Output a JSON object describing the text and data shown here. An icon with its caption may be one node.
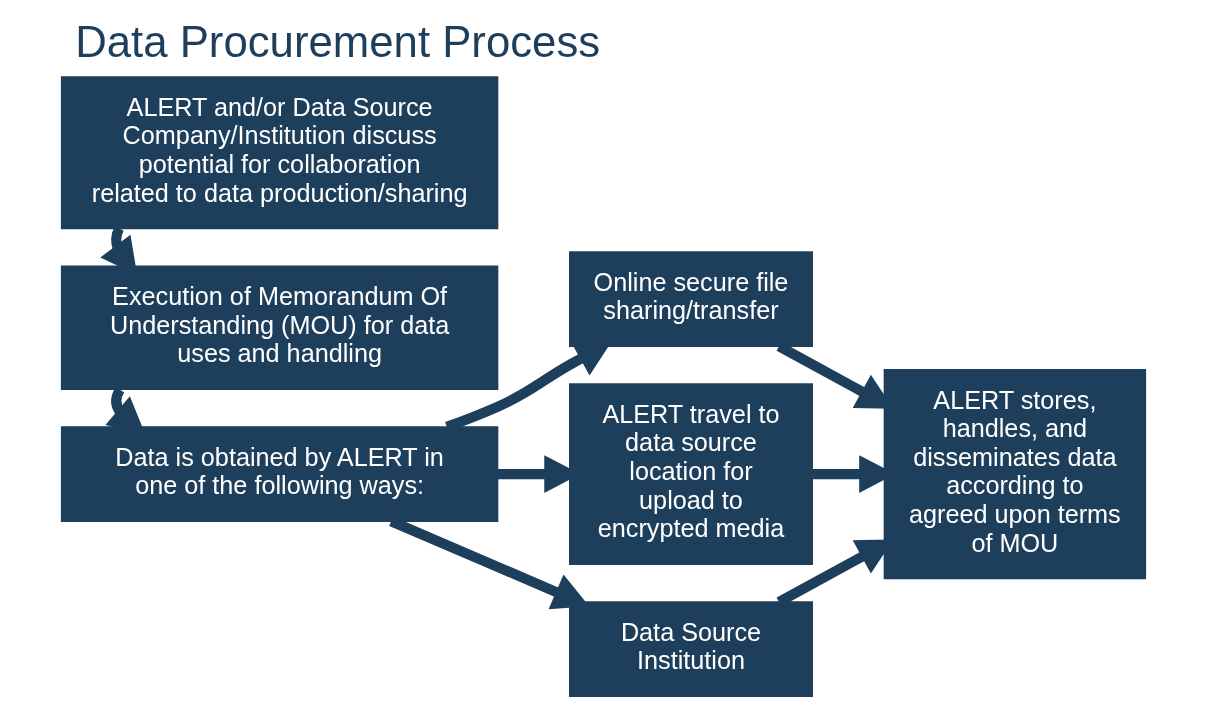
{
  "diagram": {
    "title": "Data Procurement Process",
    "nodes": [
      {
        "text": [
          "ALERT and/or Data Source Company/Institution discuss potential for collaboration related to data production/sharing"
        ]
      },
      {
        "text": [
          "Execution of Memorandum Of Understanding (MOU) for data uses and handling"
        ]
      },
      {
        "text": [
          "Data is obtained by ALERT in one of the following ways:"
        ]
      },
      {
        "text": [
          "Online secure file sharing/transfer"
        ]
      },
      {
        "text": [
          "ALERT travel to data source location for upload to encrypted media"
        ]
      },
      {
        "text": [
          "Data Source Institution"
        ]
      },
      {
        "text": [
          "ALERT stores, handles, and disseminates data according to agreed upon terms of MOU"
        ]
      }
    ],
    "edges": [
      {
        "from": 0,
        "to": 1,
        "arrow": "to"
      },
      {
        "from": 1,
        "to": 2,
        "arrow": "to"
      },
      {
        "from": 2,
        "to": 3,
        "arrow": "to"
      },
      {
        "from": 2,
        "to": 4,
        "arrow": "to"
      },
      {
        "from": 2,
        "to": 5,
        "arrow": "to"
      },
      {
        "from": 3,
        "to": 6,
        "arrow": "to"
      },
      {
        "from": 4,
        "to": 6,
        "arrow": "to"
      },
      {
        "from": 5,
        "to": 6,
        "arrow": "to"
      }
    ]
  }
}
